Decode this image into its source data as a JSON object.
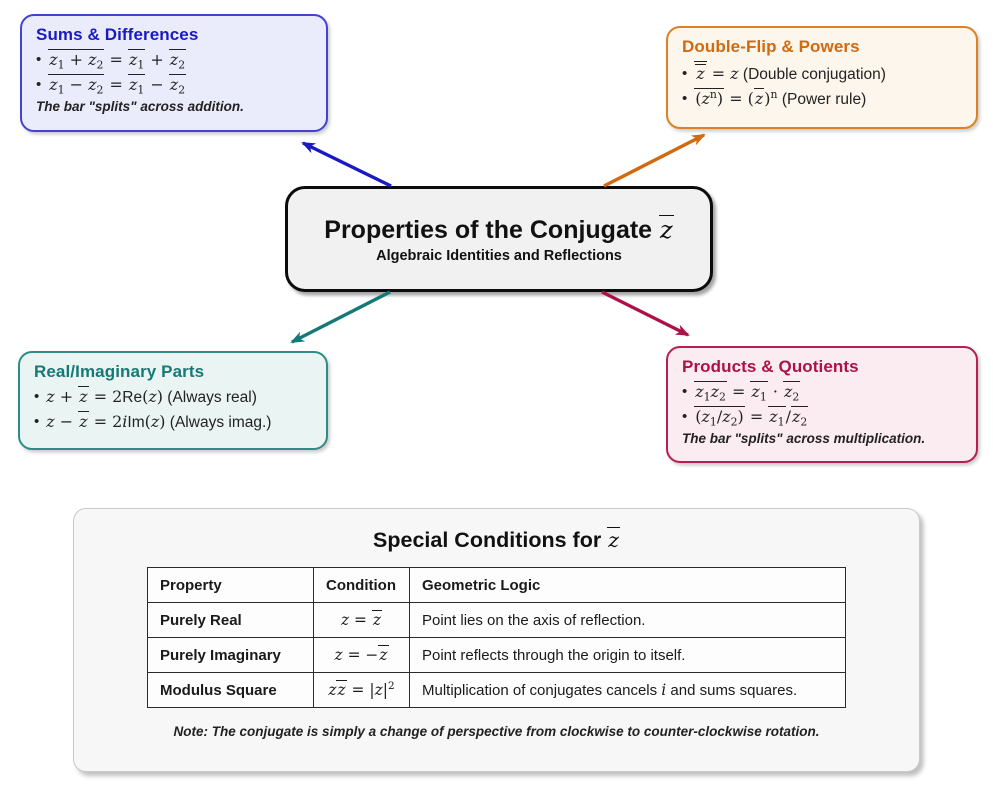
{
  "colors": {
    "blue": "#1a1ac2",
    "blue_bg": "#eaebfb",
    "orange": "#d2690e",
    "orange_bg": "#fdf6ec",
    "teal": "#157a77",
    "teal_bg": "#eaf4f2",
    "crimson": "#ab1249",
    "crimson_bg": "#fbecf1",
    "center_bg": "#f1f1f1",
    "panel_bg": "#f7f7f7"
  },
  "center": {
    "title": [
      {
        "t": "Properties of the Conjugate "
      },
      {
        "m": "{z}"
      }
    ],
    "subtitle": "Algebraic Identities and Reflections"
  },
  "boxes": {
    "sums": {
      "title": "Sums & Differences",
      "bullets": [
        [
          {
            "m": "{z_1 + z_2} = {z_1} + {z_2}"
          }
        ],
        [
          {
            "m": "{z_1 − z_2} = {z_1} − {z_2}"
          }
        ]
      ],
      "note": "The bar \"splits\" across addition."
    },
    "doubleflip": {
      "title": "Double-Flip & Powers",
      "bullets": [
        [
          {
            "m": "{{z}} = z"
          },
          {
            "t": " (Double conjugation)"
          }
        ],
        [
          {
            "m": "{(z^n)} = ({z})^n"
          },
          {
            "t": " (Power rule)"
          }
        ]
      ]
    },
    "realimag": {
      "title": "Real/Imaginary Parts",
      "bullets": [
        [
          {
            "m": "z + {z} = 2"
          },
          {
            "t": "Re"
          },
          {
            "m": "(z)"
          },
          {
            "t": " (Always real)"
          }
        ],
        [
          {
            "m": "z − {z} = 2i"
          },
          {
            "t": "Im"
          },
          {
            "m": "(z)"
          },
          {
            "t": " (Always imag.)"
          }
        ]
      ]
    },
    "products": {
      "title": "Products & Quotients",
      "bullets": [
        [
          {
            "m": "{z_1z_2} = {z_1} · {z_2}"
          }
        ],
        [
          {
            "m": "{(z_1/z_2)} = {z_1}/{z_2}"
          }
        ]
      ],
      "note": "The bar \"splits\" across multiplication."
    }
  },
  "panel": {
    "title": [
      {
        "t": "Special Conditions for "
      },
      {
        "m": "{z}"
      }
    ],
    "table": {
      "headers": [
        "Property",
        "Condition",
        "Geometric Logic"
      ],
      "rows": [
        {
          "property": "Purely Real",
          "condition": [
            {
              "m": "z = {z}"
            }
          ],
          "logic": [
            {
              "t": "Point lies on the axis of reflection."
            }
          ]
        },
        {
          "property": "Purely Imaginary",
          "condition": [
            {
              "m": "z = −{z}"
            }
          ],
          "logic": [
            {
              "t": "Point reflects through the origin to itself."
            }
          ]
        },
        {
          "property": "Modulus Square",
          "condition": [
            {
              "m": "z{z} = |z|^2"
            }
          ],
          "logic": [
            {
              "t": "Multiplication of conjugates cancels "
            },
            {
              "m": "i"
            },
            {
              "t": " and sums squares."
            }
          ]
        }
      ]
    },
    "note": "Note: The conjugate is simply a change of perspective from clockwise to counter-clockwise rotation."
  }
}
